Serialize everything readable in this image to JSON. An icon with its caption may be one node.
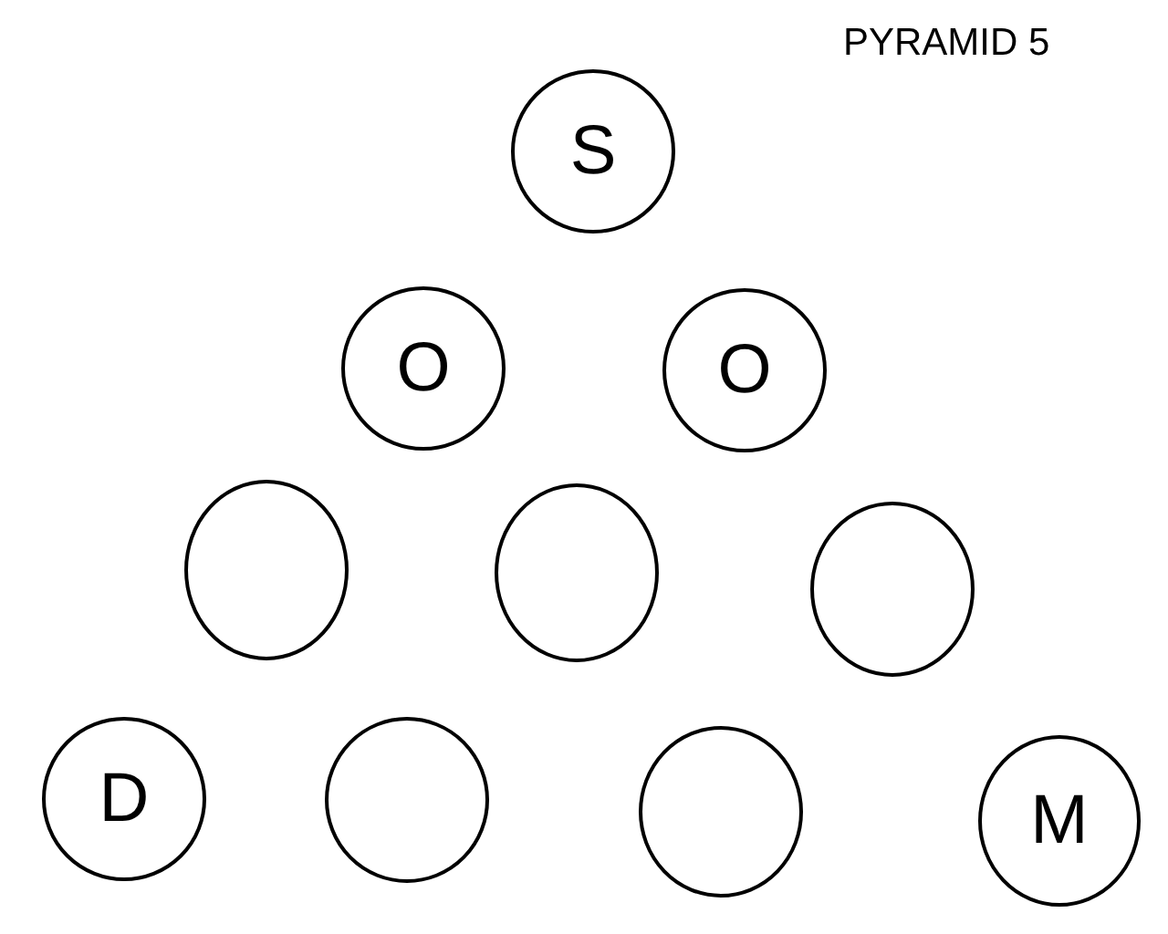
{
  "diagram": {
    "title": "PYRAMID 5",
    "nodes": [
      {
        "text": [
          "S"
        ]
      },
      {
        "text": [
          "O"
        ]
      },
      {
        "text": [
          "O"
        ]
      },
      {
        "text": [],
        "shape": "circle"
      },
      {
        "text": [],
        "shape": "circle"
      },
      {
        "text": [],
        "shape": "circle"
      },
      {
        "text": [
          "D"
        ]
      },
      {
        "text": [],
        "shape": "circle"
      },
      {
        "text": [],
        "shape": "circle"
      },
      {
        "text": [
          "M"
        ]
      }
    ]
  }
}
